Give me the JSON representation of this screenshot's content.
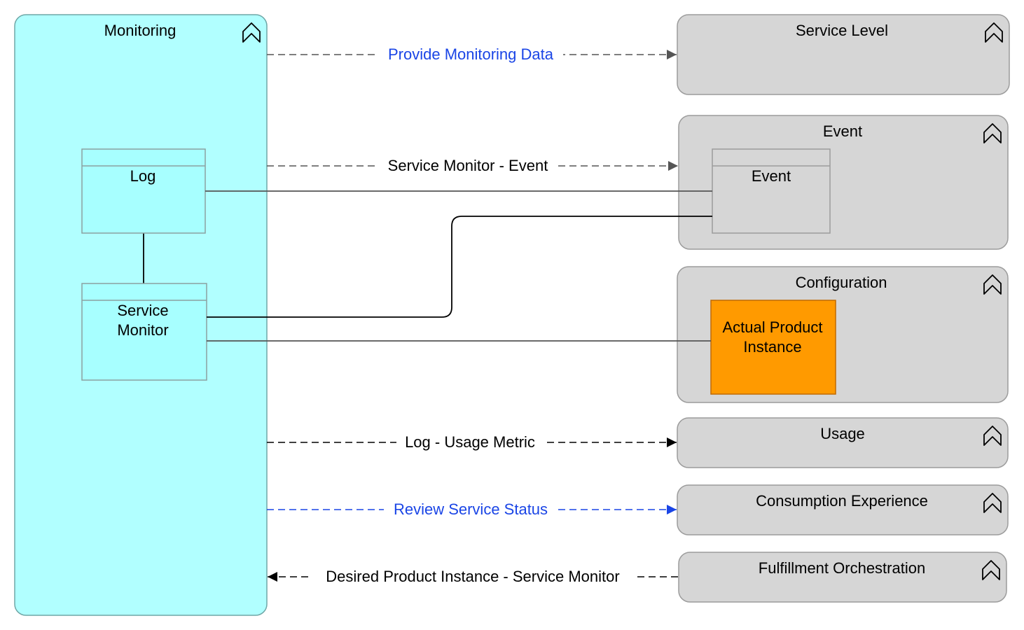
{
  "colors": {
    "monitoring_fill": "#b1ffff",
    "monitoring_stroke": "#6fa7a7",
    "inner_fill": "#a7ffff",
    "inner_stroke": "#8ca0a0",
    "group_fill": "#d6d6d6",
    "group_stroke": "#9c9c9c",
    "event_entity_fill": "#d6d6d6",
    "orange_fill": "#ff9a00",
    "orange_stroke": "#c06a00",
    "blue_text": "#1a45e6",
    "line_dark": "#000000",
    "line_gray": "#555555"
  },
  "monitoring": {
    "title": "Monitoring",
    "icon": "collapse-chevron-icon"
  },
  "monitoring_entities": {
    "log": {
      "label": "Log"
    },
    "service_monitor": {
      "line1": "Service",
      "line2": "Monitor"
    }
  },
  "groups": {
    "service_level": {
      "title": "Service Level",
      "icon": "collapse-chevron-icon"
    },
    "event": {
      "title": "Event",
      "icon": "collapse-chevron-icon"
    },
    "configuration": {
      "title": "Configuration",
      "icon": "collapse-chevron-icon"
    },
    "usage": {
      "title": "Usage",
      "icon": "collapse-chevron-icon"
    },
    "consumption": {
      "title": "Consumption Experience",
      "icon": "collapse-chevron-icon"
    },
    "fulfillment": {
      "title": "Fulfillment Orchestration",
      "icon": "collapse-chevron-icon"
    }
  },
  "group_entities": {
    "event": {
      "label": "Event"
    },
    "actual_product_instance": {
      "line1": "Actual Product",
      "line2": "Instance"
    }
  },
  "relations": {
    "provide_monitoring_data": "Provide Monitoring Data",
    "service_monitor_event": "Service Monitor - Event",
    "log_usage_metric": "Log - Usage Metric",
    "review_service_status": "Review Service Status",
    "desired_product_instance": "Desired Product Instance - Service Monitor"
  }
}
